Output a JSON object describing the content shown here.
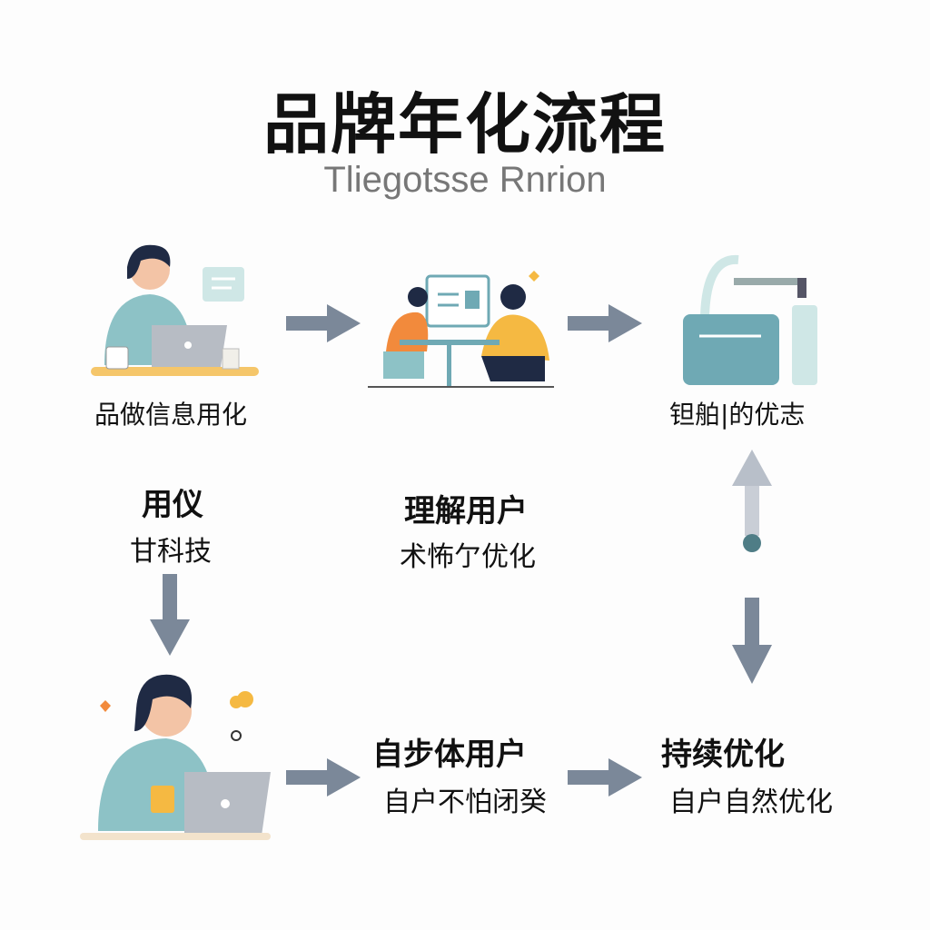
{
  "title": "品牌年化流程",
  "subtitle": "Tliegotsse Rnrion",
  "steps": [
    {
      "caption": "品做信息用化",
      "illustration": "woman-laptop-icon"
    },
    {
      "caption": "",
      "illustration": "meeting-icon"
    },
    {
      "caption": "钽舶|的优志",
      "illustration": "device-icon"
    }
  ],
  "labels": [
    {
      "heading": "用仪",
      "sub": "甘科技"
    },
    {
      "heading": "理解用户",
      "sub": "术怖亇优化"
    },
    {
      "heading": "自步体用户",
      "sub": "自户不怕闭癸"
    },
    {
      "heading": "持续优化",
      "sub": "自户自然优化"
    }
  ],
  "colors": {
    "arrow": "#7b8899",
    "teal": "#6fa9b4",
    "orange": "#f28a3c",
    "yellow": "#f5b942",
    "navy": "#1f2a44"
  }
}
